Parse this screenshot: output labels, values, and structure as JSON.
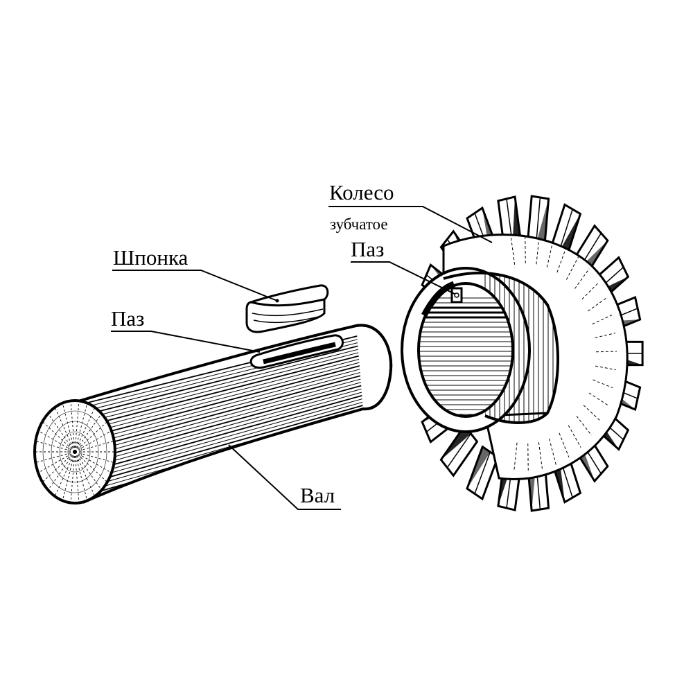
{
  "labels": {
    "key": "Шпонка",
    "shaft_groove": "Паз",
    "shaft": "Вал",
    "gear_line1": "Колесо",
    "gear_line2": "зубчатое",
    "hub_groove": "Паз"
  },
  "colors": {
    "ink": "#000000",
    "paper": "#ffffff"
  }
}
